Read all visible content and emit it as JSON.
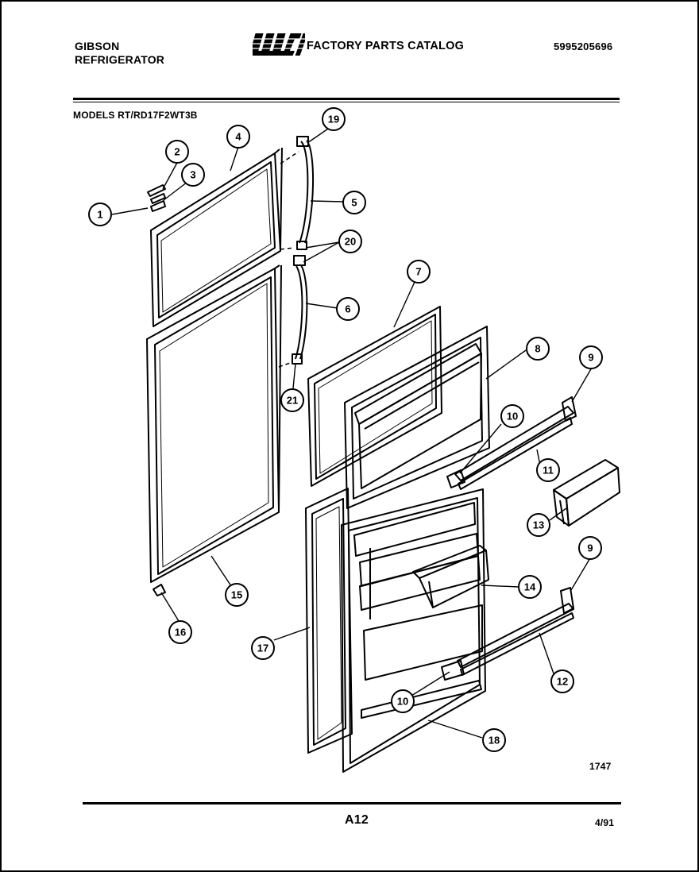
{
  "header": {
    "brand_line1": "GIBSON",
    "brand_line2": "REFRIGERATOR",
    "logo_text": "WCI",
    "catalog_title": "FACTORY PARTS CATALOG",
    "part_number": "5995205696",
    "models": "MODELS RT/RD17F2WT3B"
  },
  "footer": {
    "page_code": "A12",
    "date": "4/91",
    "drawing_number": "1747"
  },
  "callouts": {
    "c1": "1",
    "c2": "2",
    "c3": "3",
    "c4": "4",
    "c5": "5",
    "c6": "6",
    "c7": "7",
    "c8": "8",
    "c9a": "9",
    "c9b": "9",
    "c10a": "10",
    "c10b": "10",
    "c11": "11",
    "c12": "12",
    "c13": "13",
    "c14": "14",
    "c15": "15",
    "c16": "16",
    "c17": "17",
    "c18": "18",
    "c19": "19",
    "c20": "20",
    "c21": "21"
  }
}
